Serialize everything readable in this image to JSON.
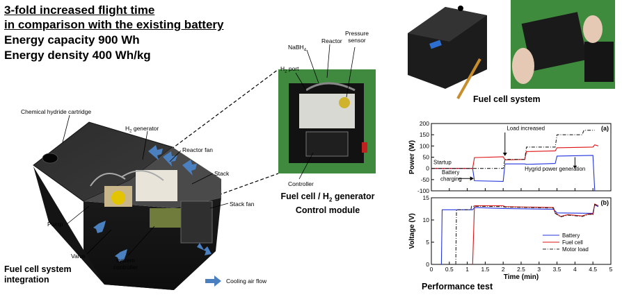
{
  "headline": {
    "line1": "3-fold increased flight time",
    "line2": "in comparison with the existing battery",
    "line3": "Energy capacity 900 Wh",
    "line4": "Energy density 400 Wh/kg"
  },
  "integration_labels": {
    "cartridge": "Chemical hydride cartridge",
    "h2_generator_prefix": "H",
    "h2_generator_sub": "2",
    "h2_generator_suffix": " generator",
    "reactor_fan": "Reactor fan",
    "stack": "Stack",
    "stack_fan": "Stack fan",
    "pump": "Pump",
    "valve": "Valve",
    "system_controller_1": "system",
    "system_controller_2": "controller",
    "title_1": "Fuel cell system",
    "title_2": "integration",
    "cooling_legend": "Cooling air flow"
  },
  "module_labels": {
    "nabh4_prefix": "NaBH",
    "nabh4_sub": "4",
    "reactor": "Reactor",
    "pressure_1": "Pressure",
    "pressure_2": "sensor",
    "h2port_prefix": "H",
    "h2port_sub": "2",
    "h2port_suffix": " port",
    "controller": "Controller",
    "caption_1_prefix": "Fuel cell / H",
    "caption_1_sub": "2",
    "caption_1_suffix": " generator",
    "caption_2": "Control module"
  },
  "photo_caption": "Fuel cell system",
  "performance_caption": "Performance test",
  "colors": {
    "battery": "#2233dd",
    "fuel_cell": "#dd1111",
    "motor": "#222222",
    "arrow": "#4a7fc0",
    "green_board": "#3f8a3f"
  },
  "chart_data": [
    {
      "type": "line",
      "panel_label": "(a)",
      "ylabel": "Power (W)",
      "xlim": [
        0,
        5
      ],
      "ylim": [
        -100,
        200
      ],
      "yticks": [
        -100,
        -50,
        0,
        50,
        100,
        150,
        200
      ],
      "xticks": [
        0,
        0.5,
        1,
        1.5,
        2,
        2.5,
        3,
        3.5,
        4,
        4.5,
        5
      ],
      "annotations": [
        "Startup",
        "Load increased",
        "Battery charging",
        "Hygrid power generation"
      ],
      "annotation_lines": {
        "battery_1": "Battery",
        "battery_2": "charging"
      },
      "series": [
        {
          "name": "Battery",
          "color": "#2233dd",
          "x": [
            0,
            1.15,
            1.2,
            2.0,
            2.05,
            2.6,
            2.65,
            3.45,
            3.5,
            4.5,
            4.55
          ],
          "y": [
            0,
            0,
            -55,
            -58,
            20,
            20,
            18,
            22,
            55,
            58,
            -100
          ]
        },
        {
          "name": "Fuel cell",
          "color": "#dd1111",
          "x": [
            0,
            1.15,
            1.2,
            2.0,
            2.05,
            2.6,
            2.65,
            3.45,
            3.5,
            4.5,
            4.55,
            4.65
          ],
          "y": [
            0,
            0,
            48,
            52,
            38,
            40,
            75,
            78,
            92,
            95,
            105,
            100
          ]
        },
        {
          "name": "Motor load",
          "color": "#222222",
          "x": [
            0,
            1.2,
            2.0,
            2.05,
            2.6,
            2.65,
            3.45,
            3.5,
            4.2,
            4.25,
            4.55
          ],
          "y": [
            0,
            0,
            0,
            40,
            40,
            95,
            95,
            150,
            150,
            170,
            170
          ]
        }
      ]
    },
    {
      "type": "line",
      "panel_label": "(b)",
      "xlabel": "Time (min)",
      "ylabel": "Voltage (V)",
      "xlim": [
        0,
        5
      ],
      "ylim": [
        0,
        15
      ],
      "yticks": [
        0,
        5,
        10,
        15
      ],
      "xticks": [
        0,
        0.5,
        1,
        1.5,
        2,
        2.5,
        3,
        3.5,
        4,
        4.5,
        5
      ],
      "xtick_labels": [
        "0",
        "0.5",
        "1",
        "1.5",
        "2",
        "2.5",
        "3",
        "3.5",
        "4",
        "4.5",
        "5"
      ],
      "series": [
        {
          "name": "Battery",
          "color": "#2233dd",
          "x": [
            0.28,
            0.3,
            1.15,
            1.2,
            2.0,
            3.4,
            3.5,
            4.5,
            4.55,
            4.65
          ],
          "y": [
            0,
            12.3,
            12.3,
            12.8,
            12.6,
            12.4,
            11.6,
            11.5,
            13.4,
            13.0
          ]
        },
        {
          "name": "Fuel cell",
          "color": "#dd1111",
          "x": [
            1.15,
            1.2,
            2.0,
            2.05,
            3.4,
            3.45,
            3.6,
            3.8,
            4.2,
            4.4,
            4.5,
            4.55,
            4.65
          ],
          "y": [
            0,
            13.2,
            13.2,
            13.0,
            12.8,
            11.6,
            10.8,
            11.2,
            10.9,
            11.4,
            11.3,
            13.6,
            13.2
          ]
        },
        {
          "name": "Motor load",
          "color": "#222222",
          "x": [
            0.68,
            0.7,
            1.1,
            1.12,
            2.0,
            2.05,
            3.4,
            3.45,
            3.6,
            3.8,
            4.2,
            4.4,
            4.5,
            4.55,
            4.65
          ],
          "y": [
            0,
            12.3,
            12.3,
            13.1,
            13.0,
            12.9,
            12.7,
            11.5,
            10.7,
            11.1,
            10.8,
            11.3,
            11.2,
            13.5,
            13.1
          ]
        }
      ]
    }
  ]
}
